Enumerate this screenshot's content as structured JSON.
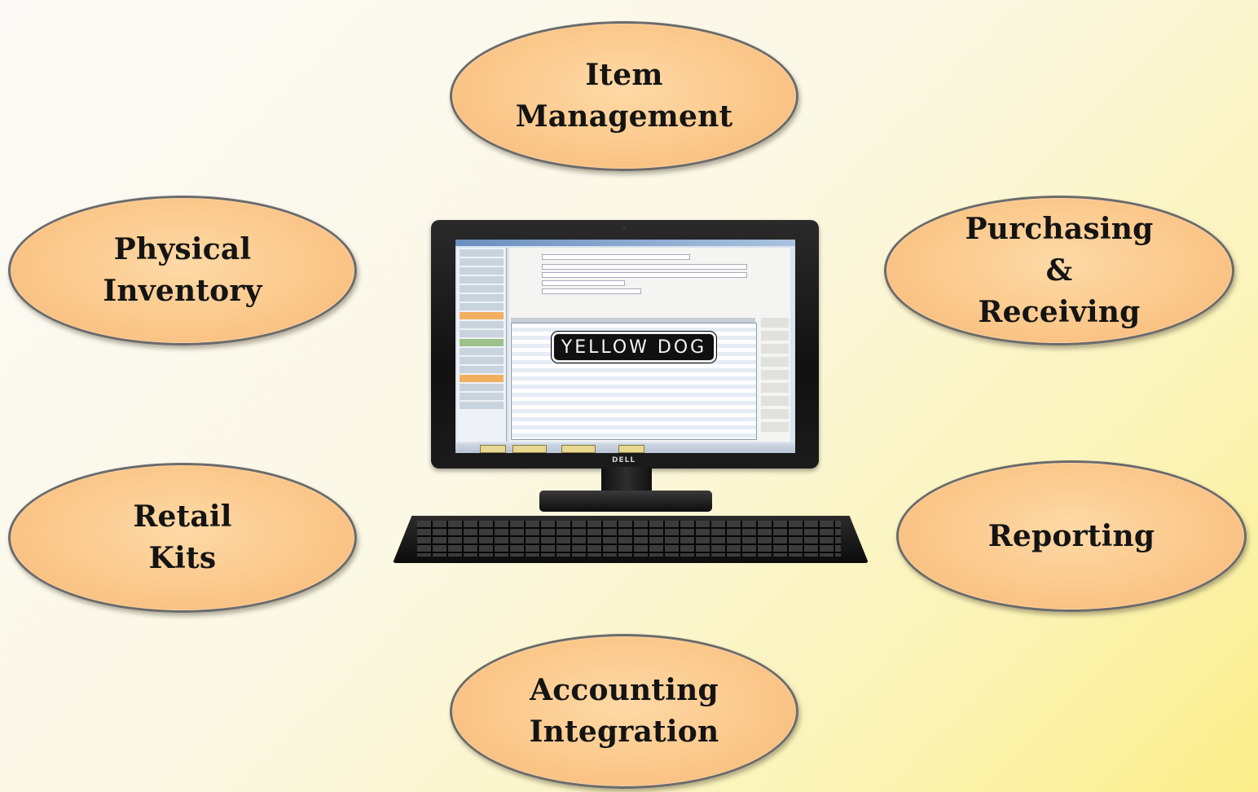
{
  "diagram": {
    "center_logo": "YELLOW DOG",
    "monitor_brand": "DELL",
    "modules": [
      {
        "id": "item_management",
        "label": "Item\nManagement"
      },
      {
        "id": "physical_inventory",
        "label": "Physical\nInventory"
      },
      {
        "id": "purchasing_receiving",
        "label": "Purchasing\n&\nReceiving"
      },
      {
        "id": "retail_kits",
        "label": "Retail\nKits"
      },
      {
        "id": "reporting",
        "label": "Reporting"
      },
      {
        "id": "accounting_integration",
        "label": "Accounting\nIntegration"
      }
    ]
  },
  "colors": {
    "oval_fill": "#fbc88b",
    "oval_border": "#6b6b6b",
    "background_light": "#fbfaf6",
    "background_yellow": "#fbee8a"
  }
}
